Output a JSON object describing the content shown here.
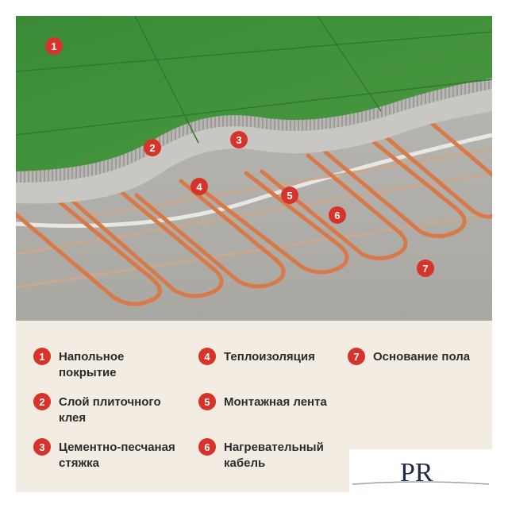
{
  "callouts": [
    {
      "number": "1"
    },
    {
      "number": "2"
    },
    {
      "number": "3"
    },
    {
      "number": "4"
    },
    {
      "number": "5"
    },
    {
      "number": "6"
    },
    {
      "number": "7"
    }
  ],
  "legend": [
    {
      "number": "1",
      "line1": "Напольное",
      "line2": "покрытие"
    },
    {
      "number": "2",
      "line1": "Слой плиточного",
      "line2": "клея"
    },
    {
      "number": "3",
      "line1": "Цементно-песчаная",
      "line2": "стяжка"
    },
    {
      "number": "4",
      "line1": "Теплоизоляция",
      "line2": ""
    },
    {
      "number": "5",
      "line1": "Монтажная лента",
      "line2": ""
    },
    {
      "number": "6",
      "line1": "Нагревательный",
      "line2": "кабель"
    },
    {
      "number": "7",
      "line1": "Основание пола",
      "line2": ""
    }
  ],
  "colors": {
    "accent": "#d7332b",
    "floor_covering": "#3f8f3a",
    "adhesive": "#b9b9b6",
    "screed": "#c7c5c1",
    "base": "#aaa8a3",
    "cable": "#d8794a",
    "legend_bg": "#f3ece3"
  },
  "logo": {
    "text": "PR"
  }
}
